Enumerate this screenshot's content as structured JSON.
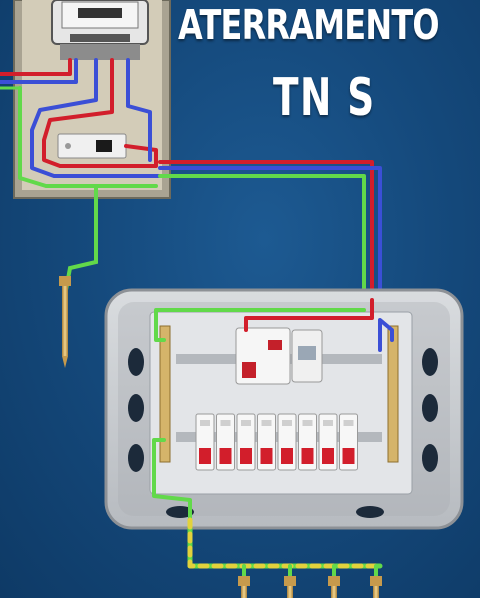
{
  "title": "ATERRAMENTO",
  "subtitle": "TN S",
  "colors": {
    "background": "#154a7d",
    "phase": "#d21e2b",
    "neutral": "#3b4fd6",
    "ground": "#62d94a",
    "ground_bus": "#e2d23c",
    "panel": "#c9ccd0",
    "rod": "#d7b56a"
  },
  "circuit_breaker_count": 8
}
